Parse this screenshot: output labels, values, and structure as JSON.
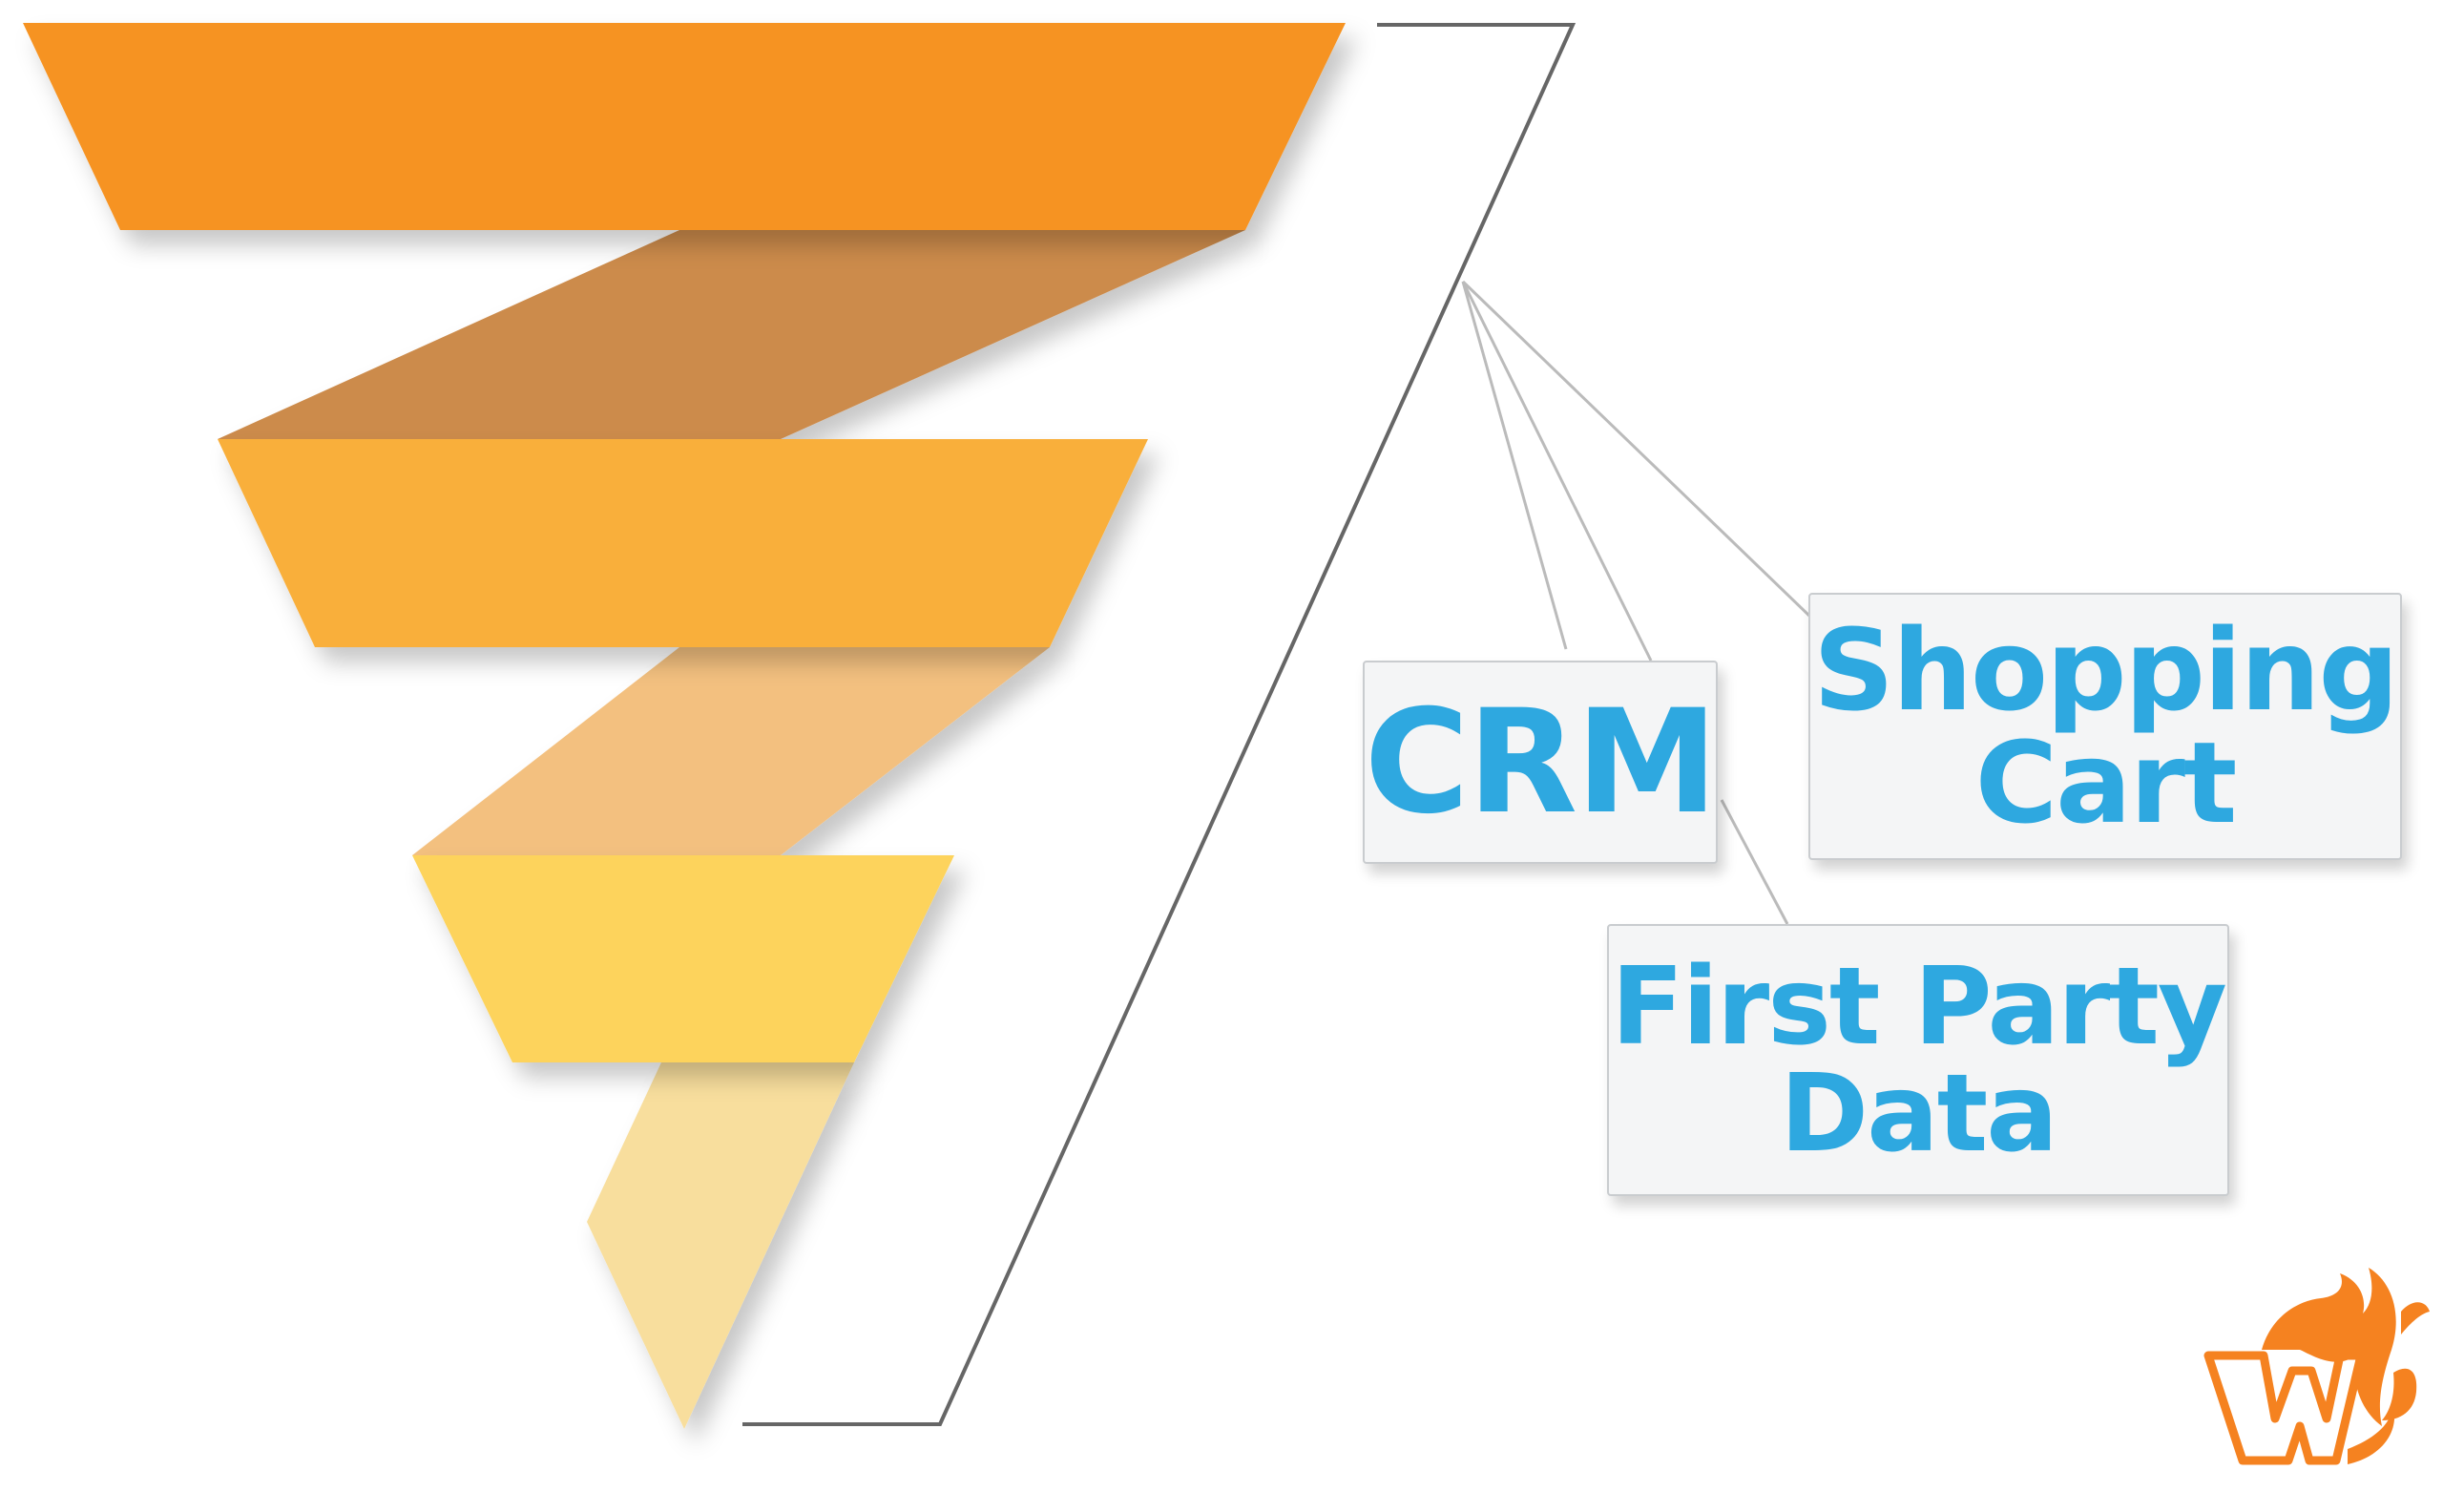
{
  "diagram": {
    "labels": {
      "crm": "CRM",
      "shopping_cart_line1": "Shopping",
      "shopping_cart_line2": "Cart",
      "first_party_line1": "First Party",
      "first_party_line2": "Data"
    },
    "colors": {
      "tier1": "#f69320",
      "tier1_fold": "#cc8b4c",
      "tier2": "#f9af3b",
      "tier2_fold": "#f3c07f",
      "tier3": "#fdd35b",
      "tier3_fold": "#f8de9d",
      "bracket": "#666666",
      "connector": "#bbbbbb",
      "label_text": "#2ea8e0",
      "logo": "#f58220"
    },
    "icons": [
      "flame-w-logo-icon"
    ]
  }
}
